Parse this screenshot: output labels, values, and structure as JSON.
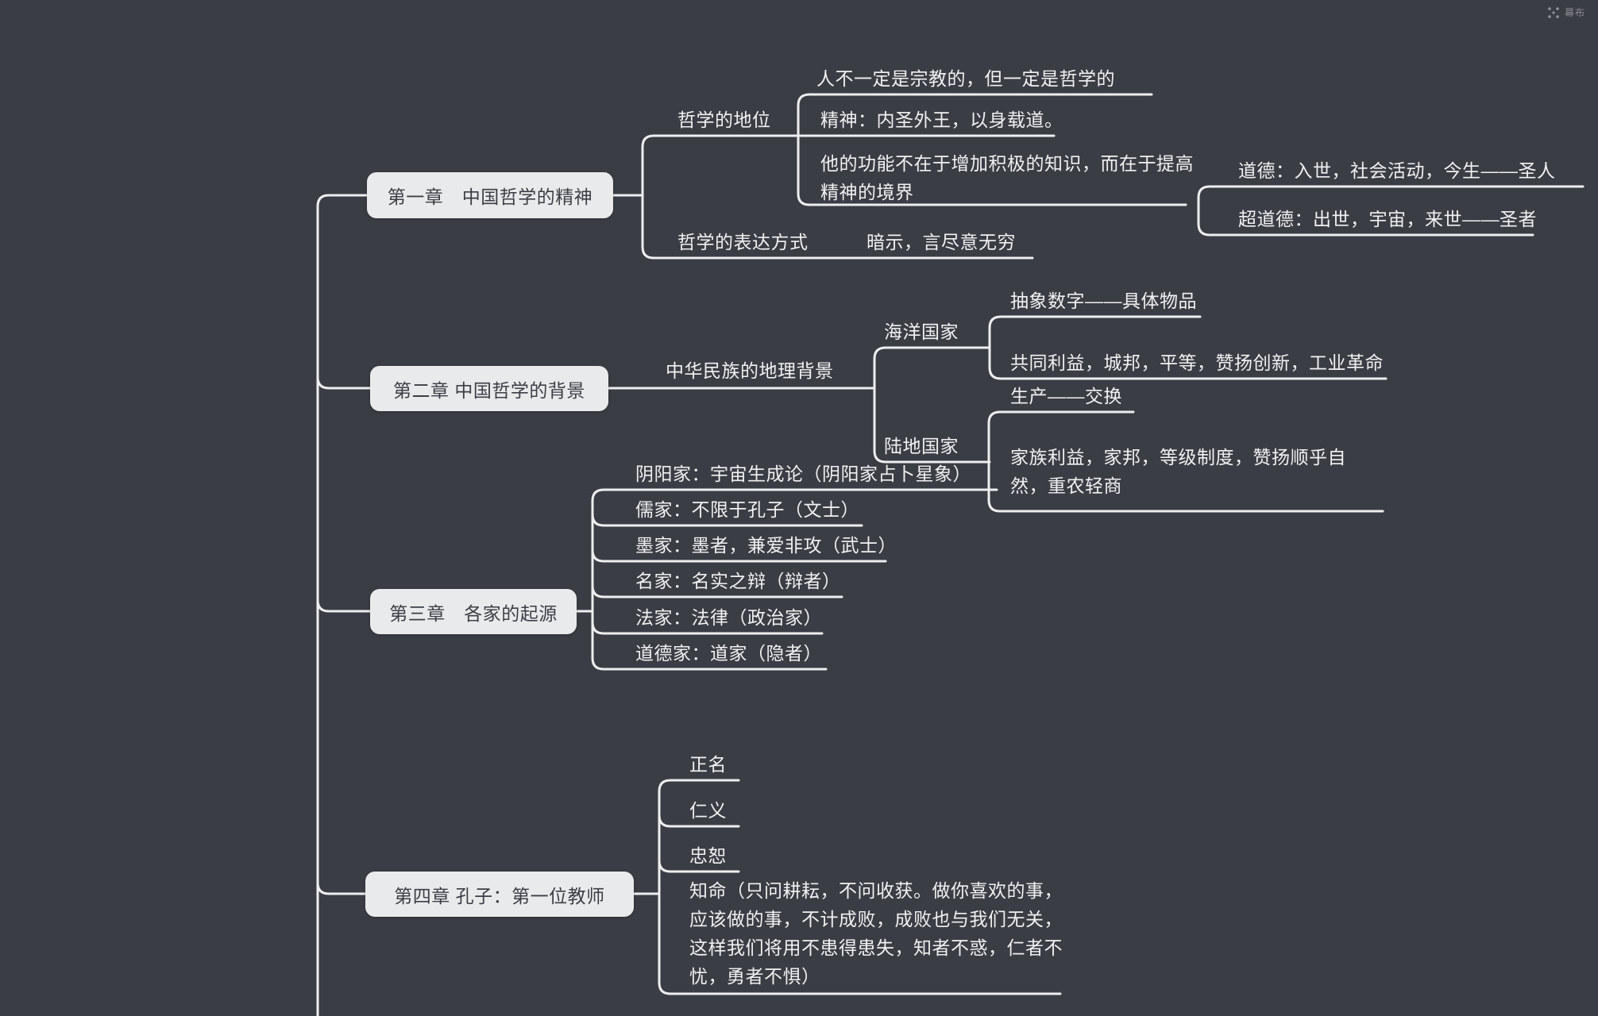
{
  "app": {
    "watermark_brand": "幕布",
    "background_color": "#3a3d43",
    "line_color": "#eceef0",
    "chapter_box_color": "#e9eaec",
    "chapter_text_color": "#3b3e44"
  },
  "nodes": {
    "ch1": "第一章　中国哲学的精神",
    "ch2": "第二章 中国哲学的背景",
    "ch3": "第三章　各家的起源",
    "ch4": "第四章 孔子：第一位教师",
    "philosophy_status": "哲学的地位",
    "not_religious": "人不一定是宗教的，但一定是哲学的",
    "spirit": "精神：内圣外王，以身载道。",
    "function": "他的功能不在于增加积极的知识，而在于提高精神的境界",
    "moral": "道德：入世，社会活动，今生——圣人",
    "super_moral": "超道德：出世，宇宙，来世——圣者",
    "expression": "哲学的表达方式",
    "hint": "暗示，言尽意无穷",
    "geography": "中华民族的地理背景",
    "ocean_state": "海洋国家",
    "abstract_number": "抽象数字——具体物品",
    "common_interest": "共同利益，城邦，平等，赞扬创新，工业革命",
    "land_state": "陆地国家",
    "production": "生产——交换",
    "family_interest": "家族利益，家邦，等级制度，赞扬顺乎自然，重农轻商",
    "yinyang": "阴阳家：宇宙生成论（阴阳家占卜星象）",
    "rujia": "儒家：不限于孔子（文士）",
    "mojia": "墨家：墨者，兼爱非攻（武士）",
    "mingjia": "名家：名实之辩（辩者）",
    "fajia": "法家：法律（政治家）",
    "daodejia": "道德家：道家（隐者）",
    "zhengming": "正名",
    "renyi": "仁义",
    "zhongshu": "忠恕",
    "zhiming": "知命（只问耕耘，不问收获。做你喜欢的事，应该做的事，不计成败，成败也与我们无关，这样我们将用不患得患失，知者不惑，仁者不忧，勇者不惧）"
  }
}
